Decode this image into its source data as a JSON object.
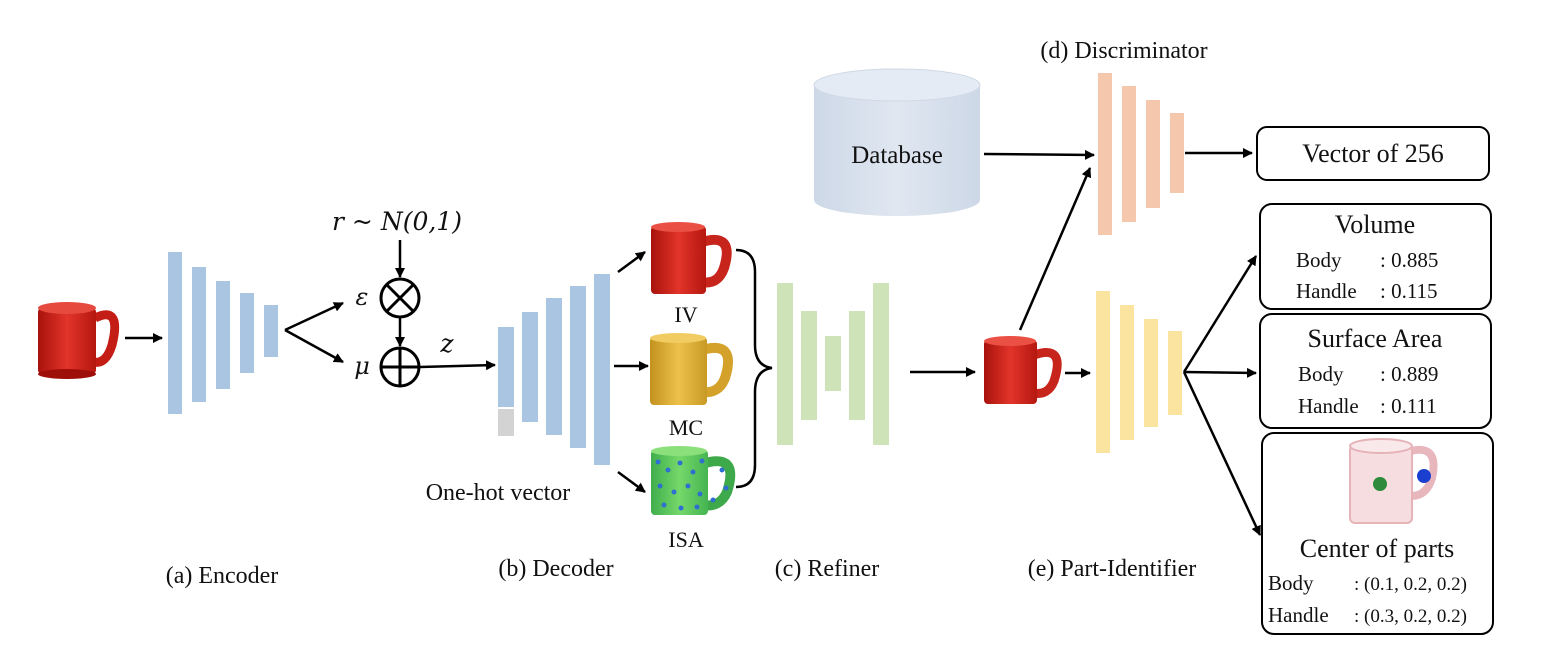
{
  "labels": {
    "encoder": "(a) Encoder",
    "decoder": "(b) Decoder",
    "refiner": "(c) Refiner",
    "discriminator": "(d) Discriminator",
    "part_identifier": "(e) Part-Identifier",
    "database": "Database",
    "one_hot": "One-hot vector",
    "iv": "IV",
    "mc": "MC",
    "isa": "ISA"
  },
  "math": {
    "noise": "r ~ N(0,1)",
    "epsilon": "ε",
    "mu": "μ",
    "z": "z",
    "multiply": "⊗",
    "add": "⊕"
  },
  "outputs": {
    "vector": "Vector of 256",
    "volume": {
      "title": "Volume",
      "body_label": "Body",
      "body_value": ": 0.885",
      "handle_label": "Handle",
      "handle_value": ": 0.115"
    },
    "surface_area": {
      "title": "Surface Area",
      "body_label": "Body",
      "body_value": ": 0.889",
      "handle_label": "Handle",
      "handle_value": ": 0.111"
    },
    "center": {
      "title": "Center of parts",
      "body_label": "Body",
      "body_value": ": (0.1, 0.2, 0.2)",
      "handle_label": "Handle",
      "handle_value": ": (0.3, 0.2, 0.2)"
    }
  },
  "colors": {
    "encoder": "#a9c5e2",
    "decoder": "#a9c5e2",
    "one_hot": "#d3d3d3",
    "refiner": "#cfe3b9",
    "discriminator": "#f5c8ad",
    "part_identifier": "#fbe3a0",
    "database": "#d8e1ed",
    "mug_red": "#d9281f",
    "mug_yellow": "#e1b439",
    "mug_green": "#5fc85a",
    "mug_blue": "#2f6fd0"
  }
}
